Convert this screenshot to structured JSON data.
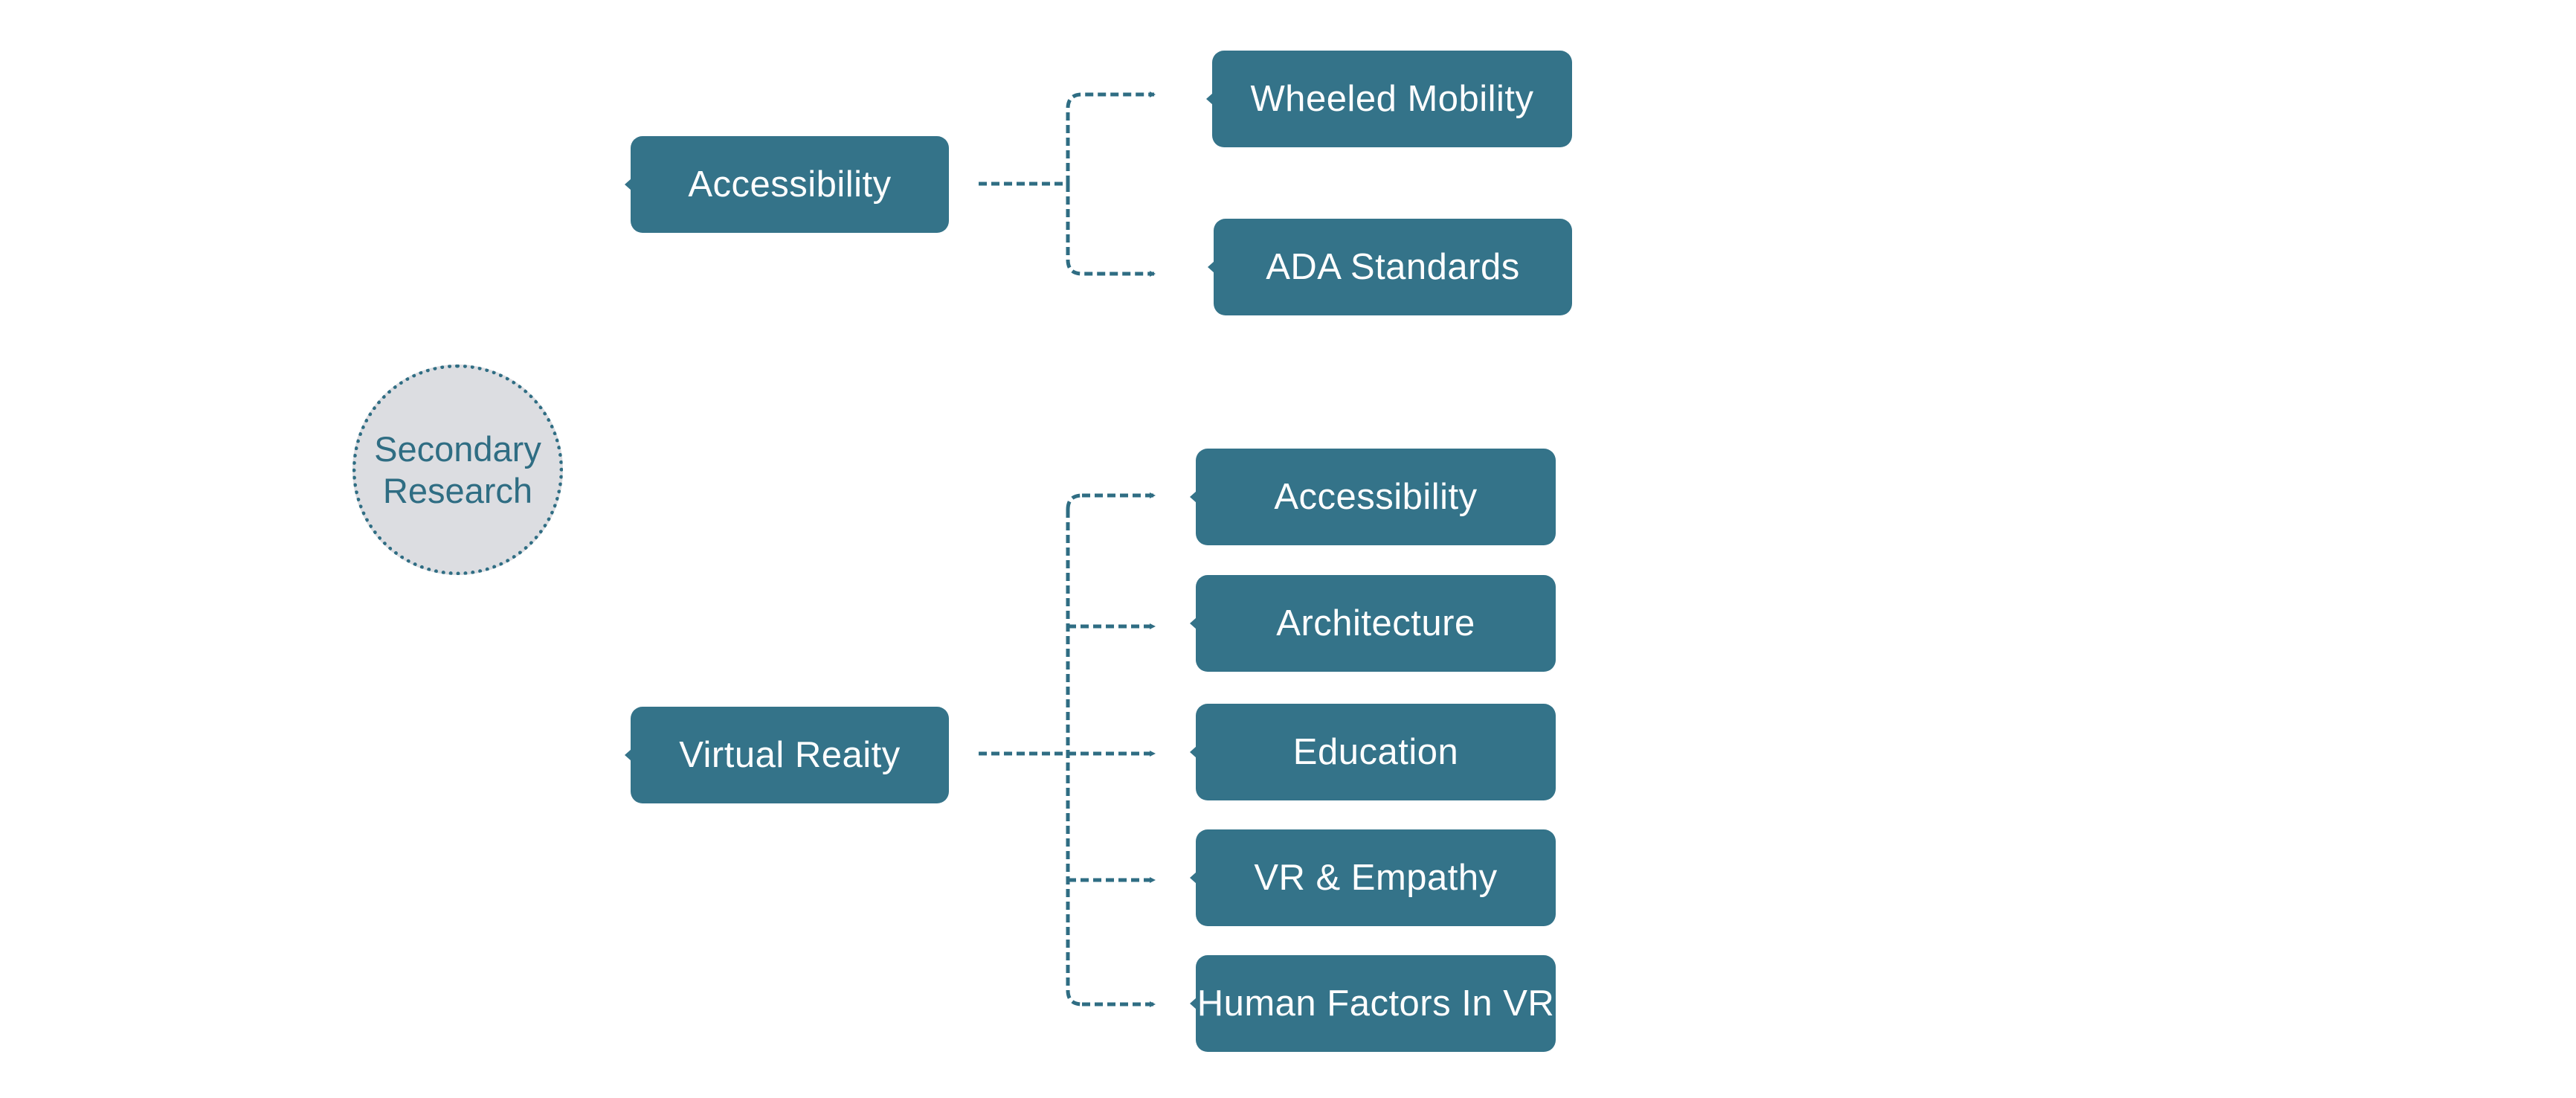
{
  "diagram": {
    "root": {
      "line1": "Secondary",
      "line2": "Research"
    },
    "branches": [
      {
        "label": "Accessibility",
        "children": [
          "Wheeled Mobility",
          "ADA Standards"
        ]
      },
      {
        "label": "Virtual Reaity",
        "children": [
          "Accessibility",
          "Architecture",
          "Education",
          "VR & Empathy",
          "Human Factors In VR"
        ]
      }
    ]
  },
  "colors": {
    "node_fill": "#347389",
    "node_text": "#ffffff",
    "connector": "#2f6d83",
    "root_fill": "#dcdde1",
    "root_border": "#2f6d83",
    "root_text": "#2f6d83"
  }
}
